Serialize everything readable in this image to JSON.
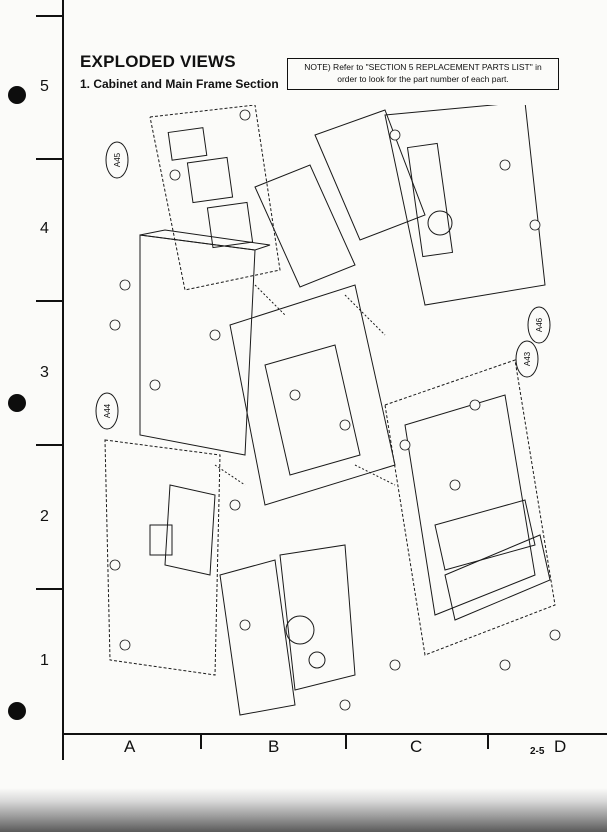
{
  "header": {
    "title": "EXPLODED VIEWS",
    "subtitle": "1. Cabinet and Main Frame Section",
    "note_line1": "NOTE) Refer to \"SECTION 5 REPLACEMENT PARTS LIST\" in",
    "note_line2": "order to look for the part number of each part."
  },
  "grid": {
    "row_numbers": [
      "5",
      "4",
      "3",
      "2",
      "1"
    ],
    "columns": [
      "A",
      "B",
      "C",
      "D"
    ]
  },
  "footer": {
    "page_number": "2-5"
  },
  "callouts": [
    "A45",
    "A44",
    "A46",
    "A43"
  ]
}
